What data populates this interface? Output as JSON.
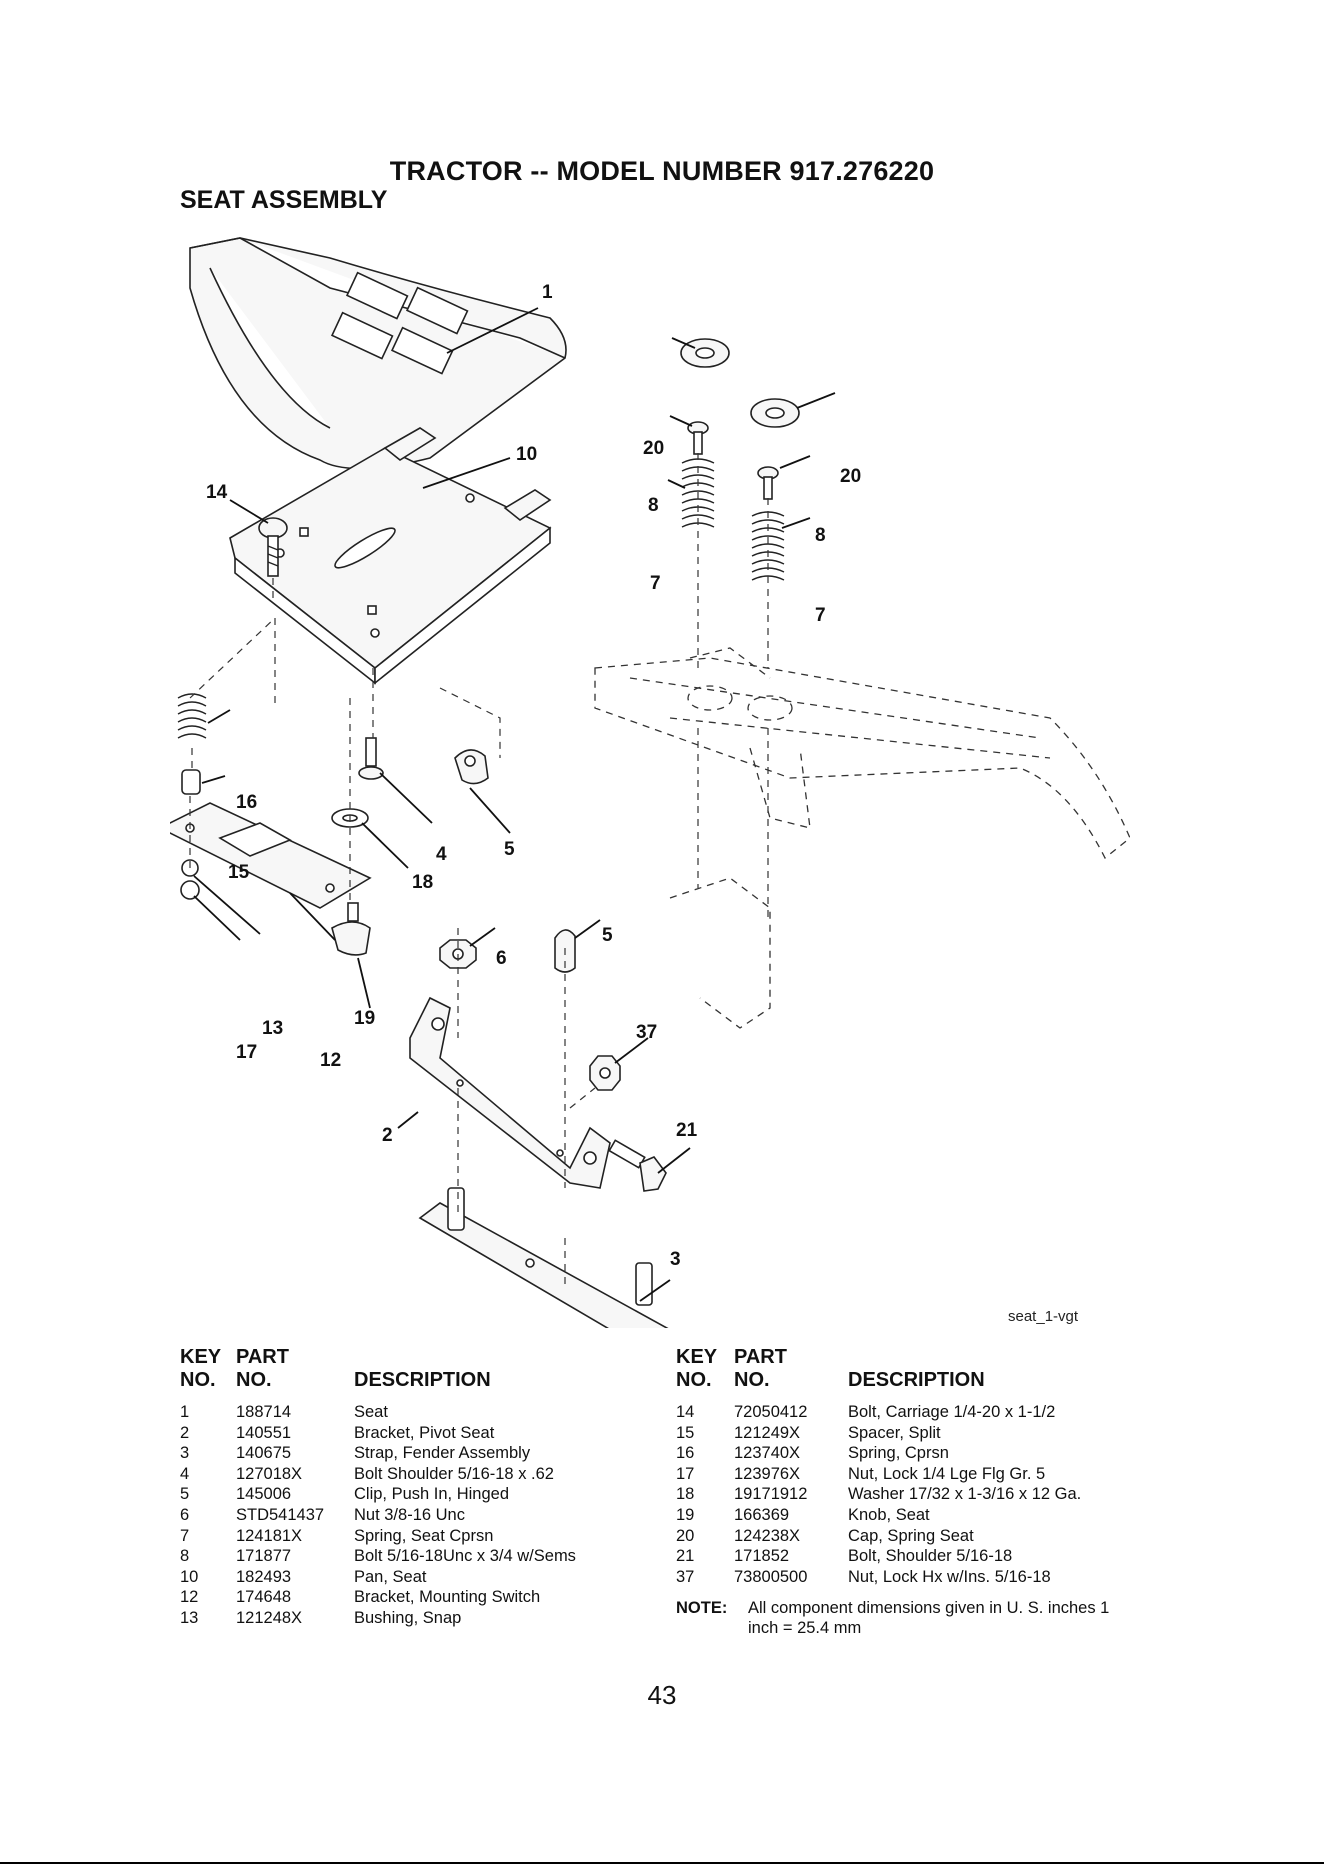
{
  "page": {
    "title": "TRACTOR -- MODEL NUMBER 917.276220",
    "section": "SEAT ASSEMBLY",
    "drawing_id": "seat_1-vgt",
    "page_number": "43"
  },
  "diagram": {
    "callouts": [
      "1",
      "14",
      "10",
      "20",
      "20",
      "8",
      "8",
      "7",
      "7",
      "16",
      "15",
      "4",
      "5",
      "18",
      "13",
      "17",
      "19",
      "12",
      "6",
      "5",
      "37",
      "2",
      "21",
      "3"
    ]
  },
  "table_left": {
    "header": {
      "key_1": "KEY",
      "key_2": "NO.",
      "part_1": "PART",
      "part_2": "NO.",
      "desc": "DESCRIPTION"
    },
    "rows": [
      {
        "key": "1",
        "part": "188714",
        "desc": "Seat"
      },
      {
        "key": "2",
        "part": "140551",
        "desc": "Bracket, Pivot Seat"
      },
      {
        "key": "3",
        "part": "140675",
        "desc": "Strap, Fender Assembly"
      },
      {
        "key": "4",
        "part": "127018X",
        "desc": "Bolt Shoulder 5/16-18 x .62"
      },
      {
        "key": "5",
        "part": "145006",
        "desc": "Clip, Push In, Hinged"
      },
      {
        "key": "6",
        "part": "STD541437",
        "desc": "Nut 3/8-16 Unc"
      },
      {
        "key": "7",
        "part": "124181X",
        "desc": "Spring, Seat Cprsn"
      },
      {
        "key": "8",
        "part": "171877",
        "desc": "Bolt 5/16-18Unc x 3/4 w/Sems"
      },
      {
        "key": "10",
        "part": "182493",
        "desc": "Pan, Seat"
      },
      {
        "key": "12",
        "part": "174648",
        "desc": "Bracket, Mounting Switch"
      },
      {
        "key": "13",
        "part": "121248X",
        "desc": "Bushing, Snap"
      }
    ]
  },
  "table_right": {
    "header": {
      "key_1": "KEY",
      "key_2": "NO.",
      "part_1": "PART",
      "part_2": "NO.",
      "desc": "DESCRIPTION"
    },
    "rows": [
      {
        "key": "14",
        "part": "72050412",
        "desc": "Bolt, Carriage  1/4-20 x 1-1/2"
      },
      {
        "key": "15",
        "part": "121249X",
        "desc": "Spacer, Split"
      },
      {
        "key": "16",
        "part": "123740X",
        "desc": "Spring, Cprsn"
      },
      {
        "key": "17",
        "part": "123976X",
        "desc": "Nut, Lock 1/4 Lge Flg Gr. 5"
      },
      {
        "key": "18",
        "part": "19171912",
        "desc": "Washer 17/32 x 1-3/16 x 12 Ga."
      },
      {
        "key": "19",
        "part": "166369",
        "desc": "Knob, Seat"
      },
      {
        "key": "20",
        "part": "124238X",
        "desc": "Cap, Spring Seat"
      },
      {
        "key": "21",
        "part": "171852",
        "desc": "Bolt, Shoulder  5/16-18"
      },
      {
        "key": "37",
        "part": "73800500",
        "desc": "Nut, Lock Hx w/Ins.  5/16-18"
      }
    ]
  },
  "note": {
    "label": "NOTE:",
    "text": "All component dimensions given in U. S. inches 1 inch = 25.4 mm"
  }
}
